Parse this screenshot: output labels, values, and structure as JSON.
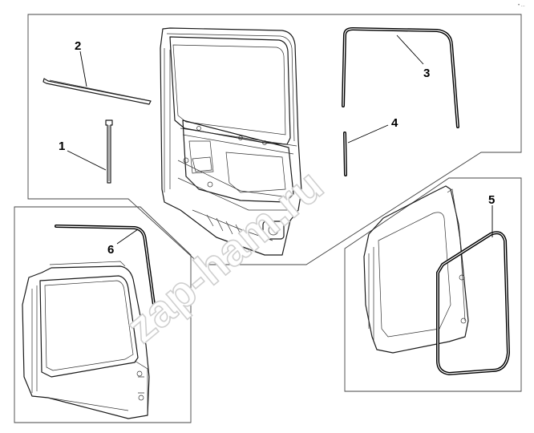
{
  "callouts": {
    "c1": "1",
    "c2": "2",
    "c3": "3",
    "c4": "4",
    "c5": "5",
    "c6": "6"
  },
  "watermark": "zap-ham.ru",
  "corner_mark": "• ..."
}
